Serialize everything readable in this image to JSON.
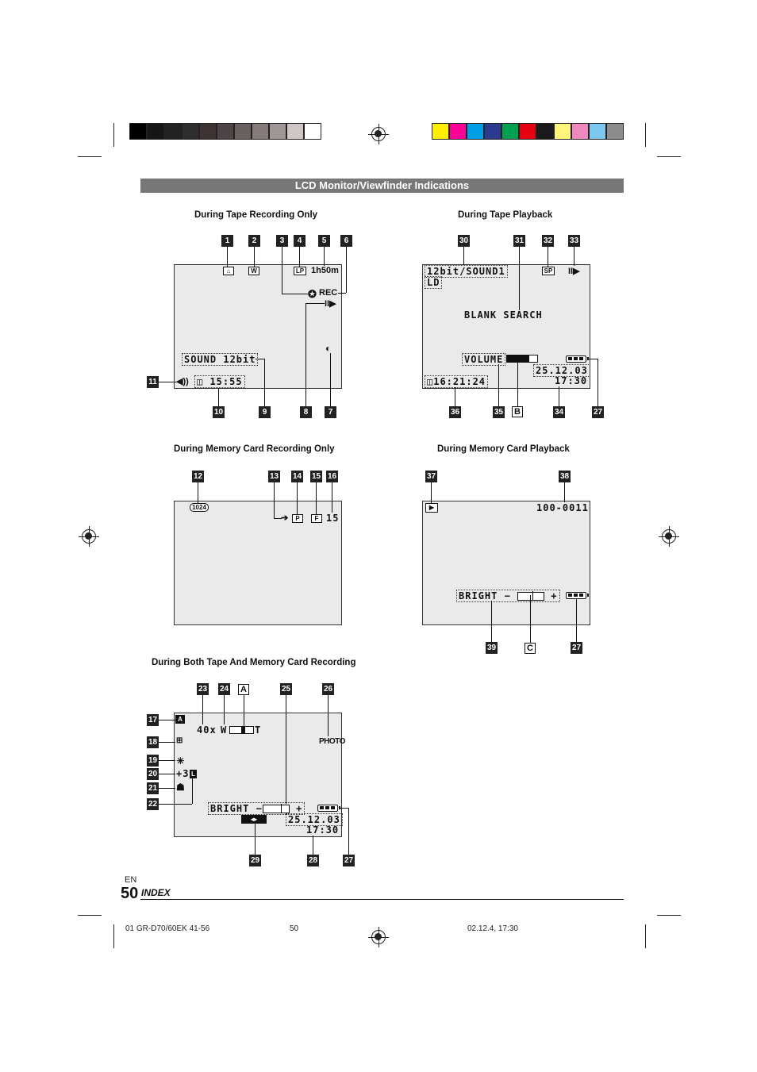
{
  "title": "LCD Monitor/Viewfinder Indications",
  "sections": {
    "tape_rec": "During Tape Recording Only",
    "tape_play": "During Tape Playback",
    "card_rec": "During Memory Card Recording Only",
    "card_play": "During Memory Card Playback",
    "both_rec": "During Both Tape And Memory Card Recording"
  },
  "osd": {
    "lp": "LP",
    "remain": "1h50m",
    "rec": "REC",
    "sound12": "SOUND 12bit",
    "timecode1": "15:55",
    "bit_sound": "12bit/SOUND1",
    "ld": "LD",
    "blank_search": "BLANK SEARCH",
    "sp": "SP",
    "volume": "VOLUME",
    "date": "25.12.03",
    "time": "17:30",
    "timecode2": "16:21:24",
    "card_quality": "1024",
    "shots": "15",
    "folder_file": "100-0011",
    "bright": "BRIGHT",
    "minus": "−",
    "plus": "+",
    "zoom": "40x",
    "w": "W",
    "t": "T",
    "photo": "PHOTO",
    "plus3": "+3",
    "l": "L"
  },
  "labels": {
    "n1": "1",
    "n2": "2",
    "n3": "3",
    "n4": "4",
    "n5": "5",
    "n6": "6",
    "n7": "7",
    "n8": "8",
    "n9": "9",
    "n10": "10",
    "n11": "11",
    "n12": "12",
    "n13": "13",
    "n14": "14",
    "n15": "15",
    "n16": "16",
    "n17": "17",
    "n18": "18",
    "n19": "19",
    "n20": "20",
    "n21": "21",
    "n22": "22",
    "n23": "23",
    "n24": "24",
    "n25": "25",
    "n26": "26",
    "n27": "27",
    "n28": "28",
    "n29": "29",
    "n30": "30",
    "n31": "31",
    "n32": "32",
    "n33": "33",
    "n34": "34",
    "n35": "35",
    "n36": "36",
    "n37": "37",
    "n38": "38",
    "n39": "39",
    "la": "A",
    "lb": "B",
    "lc": "C"
  },
  "footer": {
    "lang": "EN",
    "page": "50",
    "index": "INDEX",
    "file": "01 GR-D70/60EK 41-56",
    "pg": "50",
    "stamp": "02.12.4, 17:30"
  },
  "colors": {
    "grays": [
      "#000000",
      "#161616",
      "#222222",
      "#2e2e2e",
      "#3d3333",
      "#4d4545",
      "#6a6060",
      "#857b7b",
      "#a09696",
      "#cfc6c6",
      "#ffffff"
    ],
    "process": [
      "#ffee00",
      "#ff0096",
      "#00a0e9",
      "#2a3a8f",
      "#00a050",
      "#e60012",
      "#1a1a1a",
      "#fff57a",
      "#f088c0",
      "#7cc8ef",
      "#8c8c8c"
    ]
  }
}
